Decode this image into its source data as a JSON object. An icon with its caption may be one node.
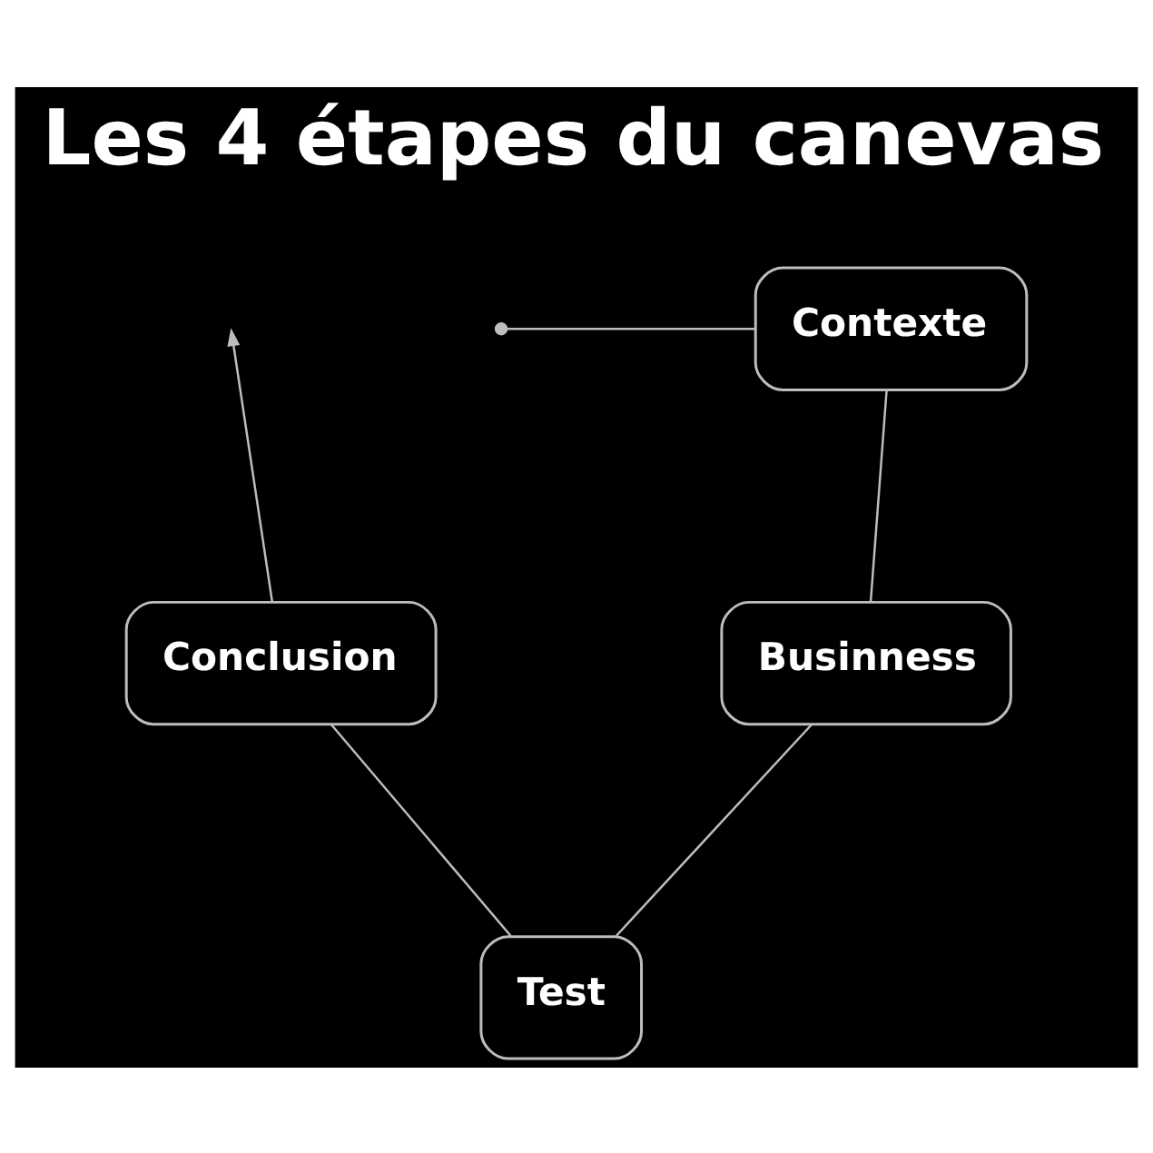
{
  "diagram": {
    "title": "Les 4 étapes du canevas",
    "nodes": [
      {
        "text": [
          "Contexte"
        ]
      },
      {
        "text": [
          "Businness"
        ]
      },
      {
        "text": [
          "Test"
        ]
      },
      {
        "text": [
          "Conclusion"
        ]
      }
    ],
    "edges": [
      {
        "from": 0,
        "to": 1,
        "arrow": "none"
      },
      {
        "from": 1,
        "to": 2,
        "arrow": "none"
      },
      {
        "from": 2,
        "to": 3,
        "arrow": "none"
      },
      {
        "from": 3,
        "to": null,
        "arrow": "to"
      },
      {
        "from": null,
        "to": 0,
        "arrow": "other"
      }
    ]
  }
}
